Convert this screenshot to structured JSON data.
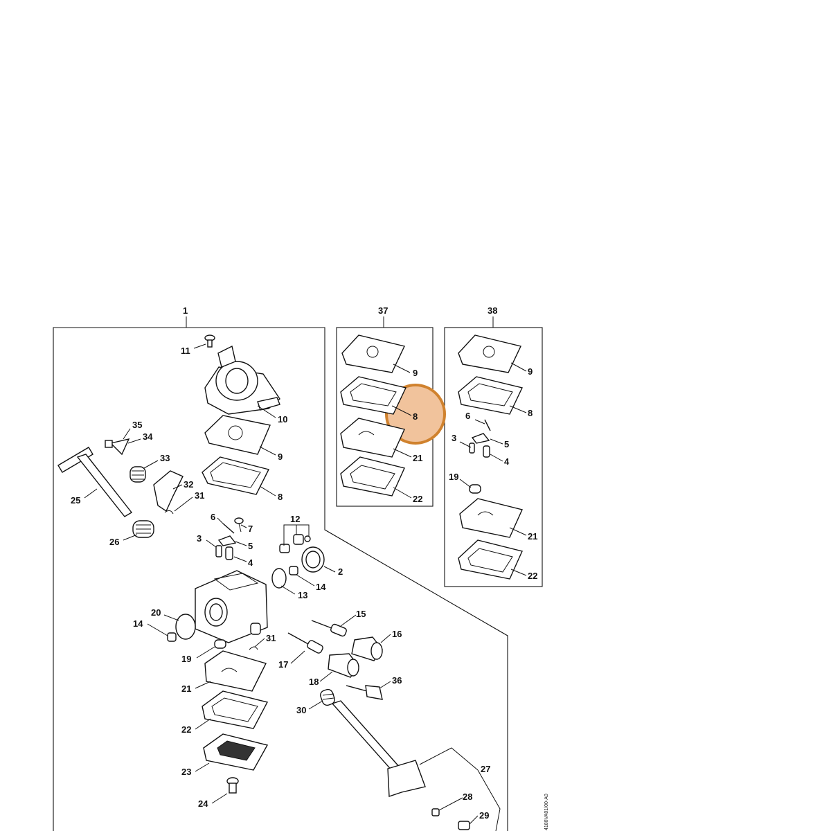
{
  "groups": {
    "g1": "1",
    "g37": "37",
    "g38": "38"
  },
  "callouts": {
    "c11": "11",
    "c10": "10",
    "c9a": "9",
    "c8a": "8",
    "c35": "35",
    "c34": "34",
    "c33": "33",
    "c32": "32",
    "c31a": "31",
    "c25": "25",
    "c26": "26",
    "c6a": "6",
    "c7": "7",
    "c3a": "3",
    "c5a": "5",
    "c4a": "4",
    "c12": "12",
    "c2": "2",
    "c13": "13",
    "c14a": "14",
    "c20": "20",
    "c14b": "14",
    "c19a": "19",
    "c31b": "31",
    "c21a": "21",
    "c22a": "22",
    "c23": "23",
    "c24": "24",
    "c15": "15",
    "c16": "16",
    "c17": "17",
    "c18": "18",
    "c36": "36",
    "c30": "30",
    "c27": "27",
    "c28": "28",
    "c29": "29",
    "c9b": "9",
    "c8b": "8",
    "c21b": "21",
    "c22b": "22",
    "c9c": "9",
    "c8c": "8",
    "c6b": "6",
    "c3b": "3",
    "c5b": "5",
    "c4b": "4",
    "c19b": "19",
    "c21c": "21",
    "c22c": "22"
  },
  "highlight": {
    "part": "8",
    "color": "#d0822e",
    "fill": "#f1c39c"
  },
  "side_code": "4180VA01/00-A0"
}
